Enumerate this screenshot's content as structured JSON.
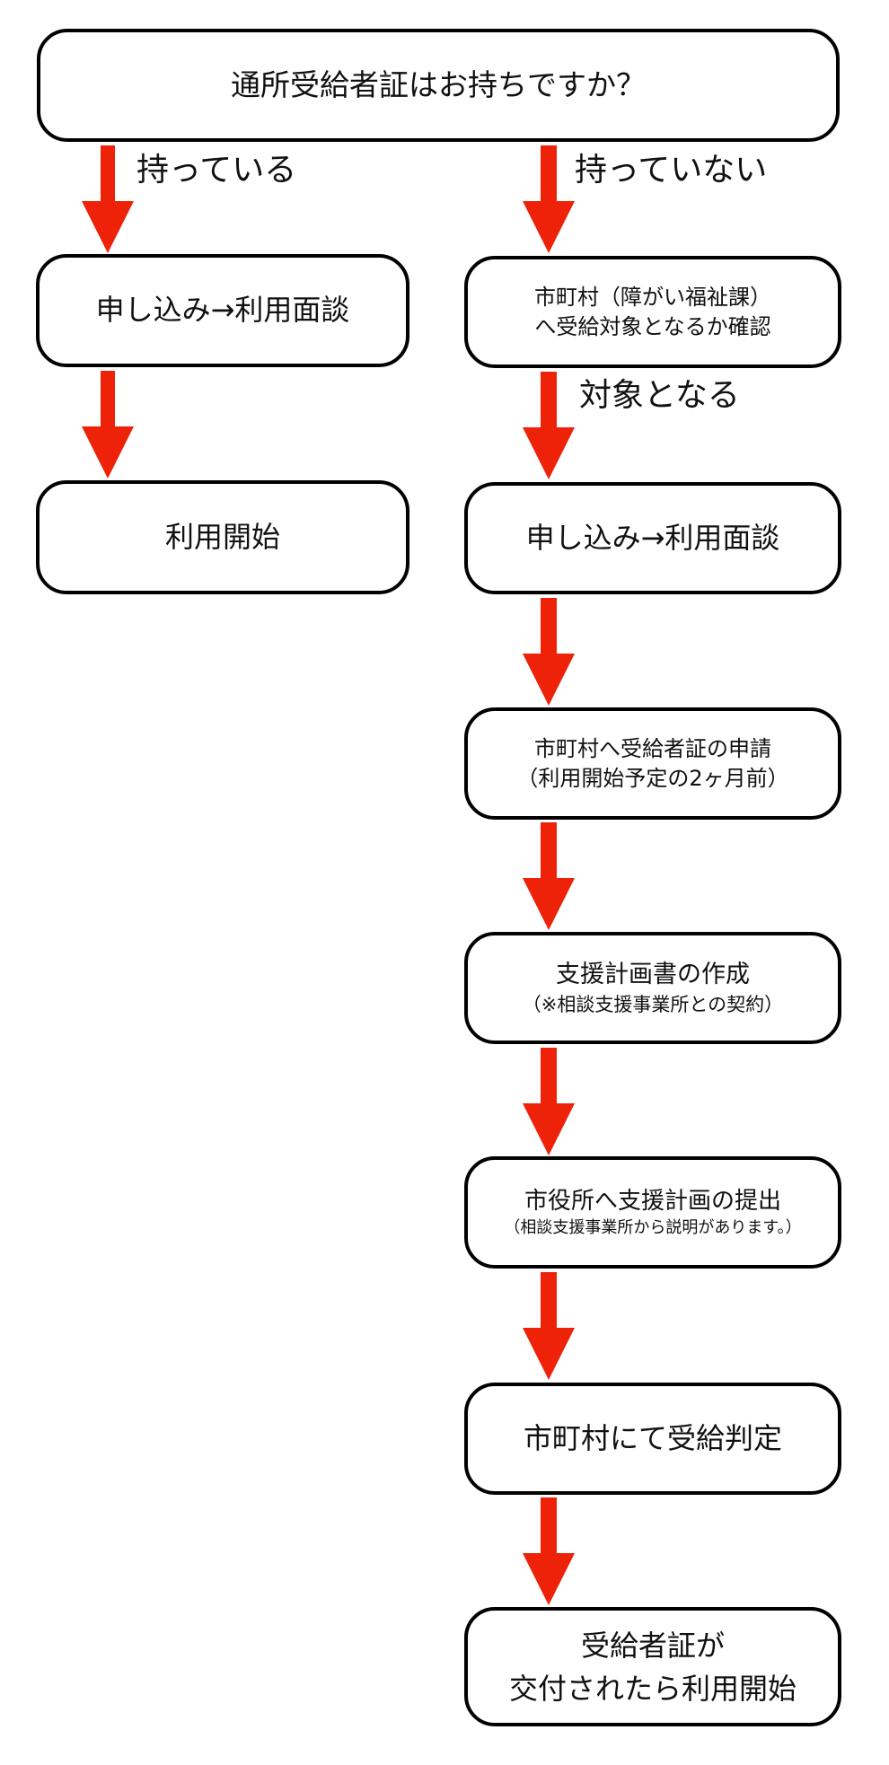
{
  "colors": {
    "arrow": "#EE2209",
    "box_border": "#000000",
    "text": "#111111",
    "background": "#FFFFFF"
  },
  "question": {
    "text": "通所受給者証はお持ちですか？"
  },
  "branches": {
    "yes_label": "持っている",
    "no_label": "持っていない",
    "eligible_label": "対象となる"
  },
  "left_flow": [
    {
      "lines": [
        "申し込み→利用面談"
      ]
    },
    {
      "lines": [
        "利用開始"
      ]
    }
  ],
  "right_flow": [
    {
      "lines": [
        "市町村（障がい福祉課）",
        "へ受給対象となるか確認"
      ]
    },
    {
      "lines": [
        "申し込み→利用面談"
      ]
    },
    {
      "lines": [
        "市町村へ受給者証の申請",
        "（利用開始予定の2ヶ月前）"
      ]
    },
    {
      "lines": [
        "支援計画書の作成",
        "（※相談支援事業所との契約）"
      ]
    },
    {
      "lines": [
        "市役所へ支援計画の提出",
        "（相談支援事業所から説明があります。）"
      ]
    },
    {
      "lines": [
        "市町村にて受給判定"
      ]
    },
    {
      "lines": [
        "受給者証が",
        "交付されたら利用開始"
      ]
    }
  ],
  "icons": {
    "arrow": "arrow-down"
  }
}
